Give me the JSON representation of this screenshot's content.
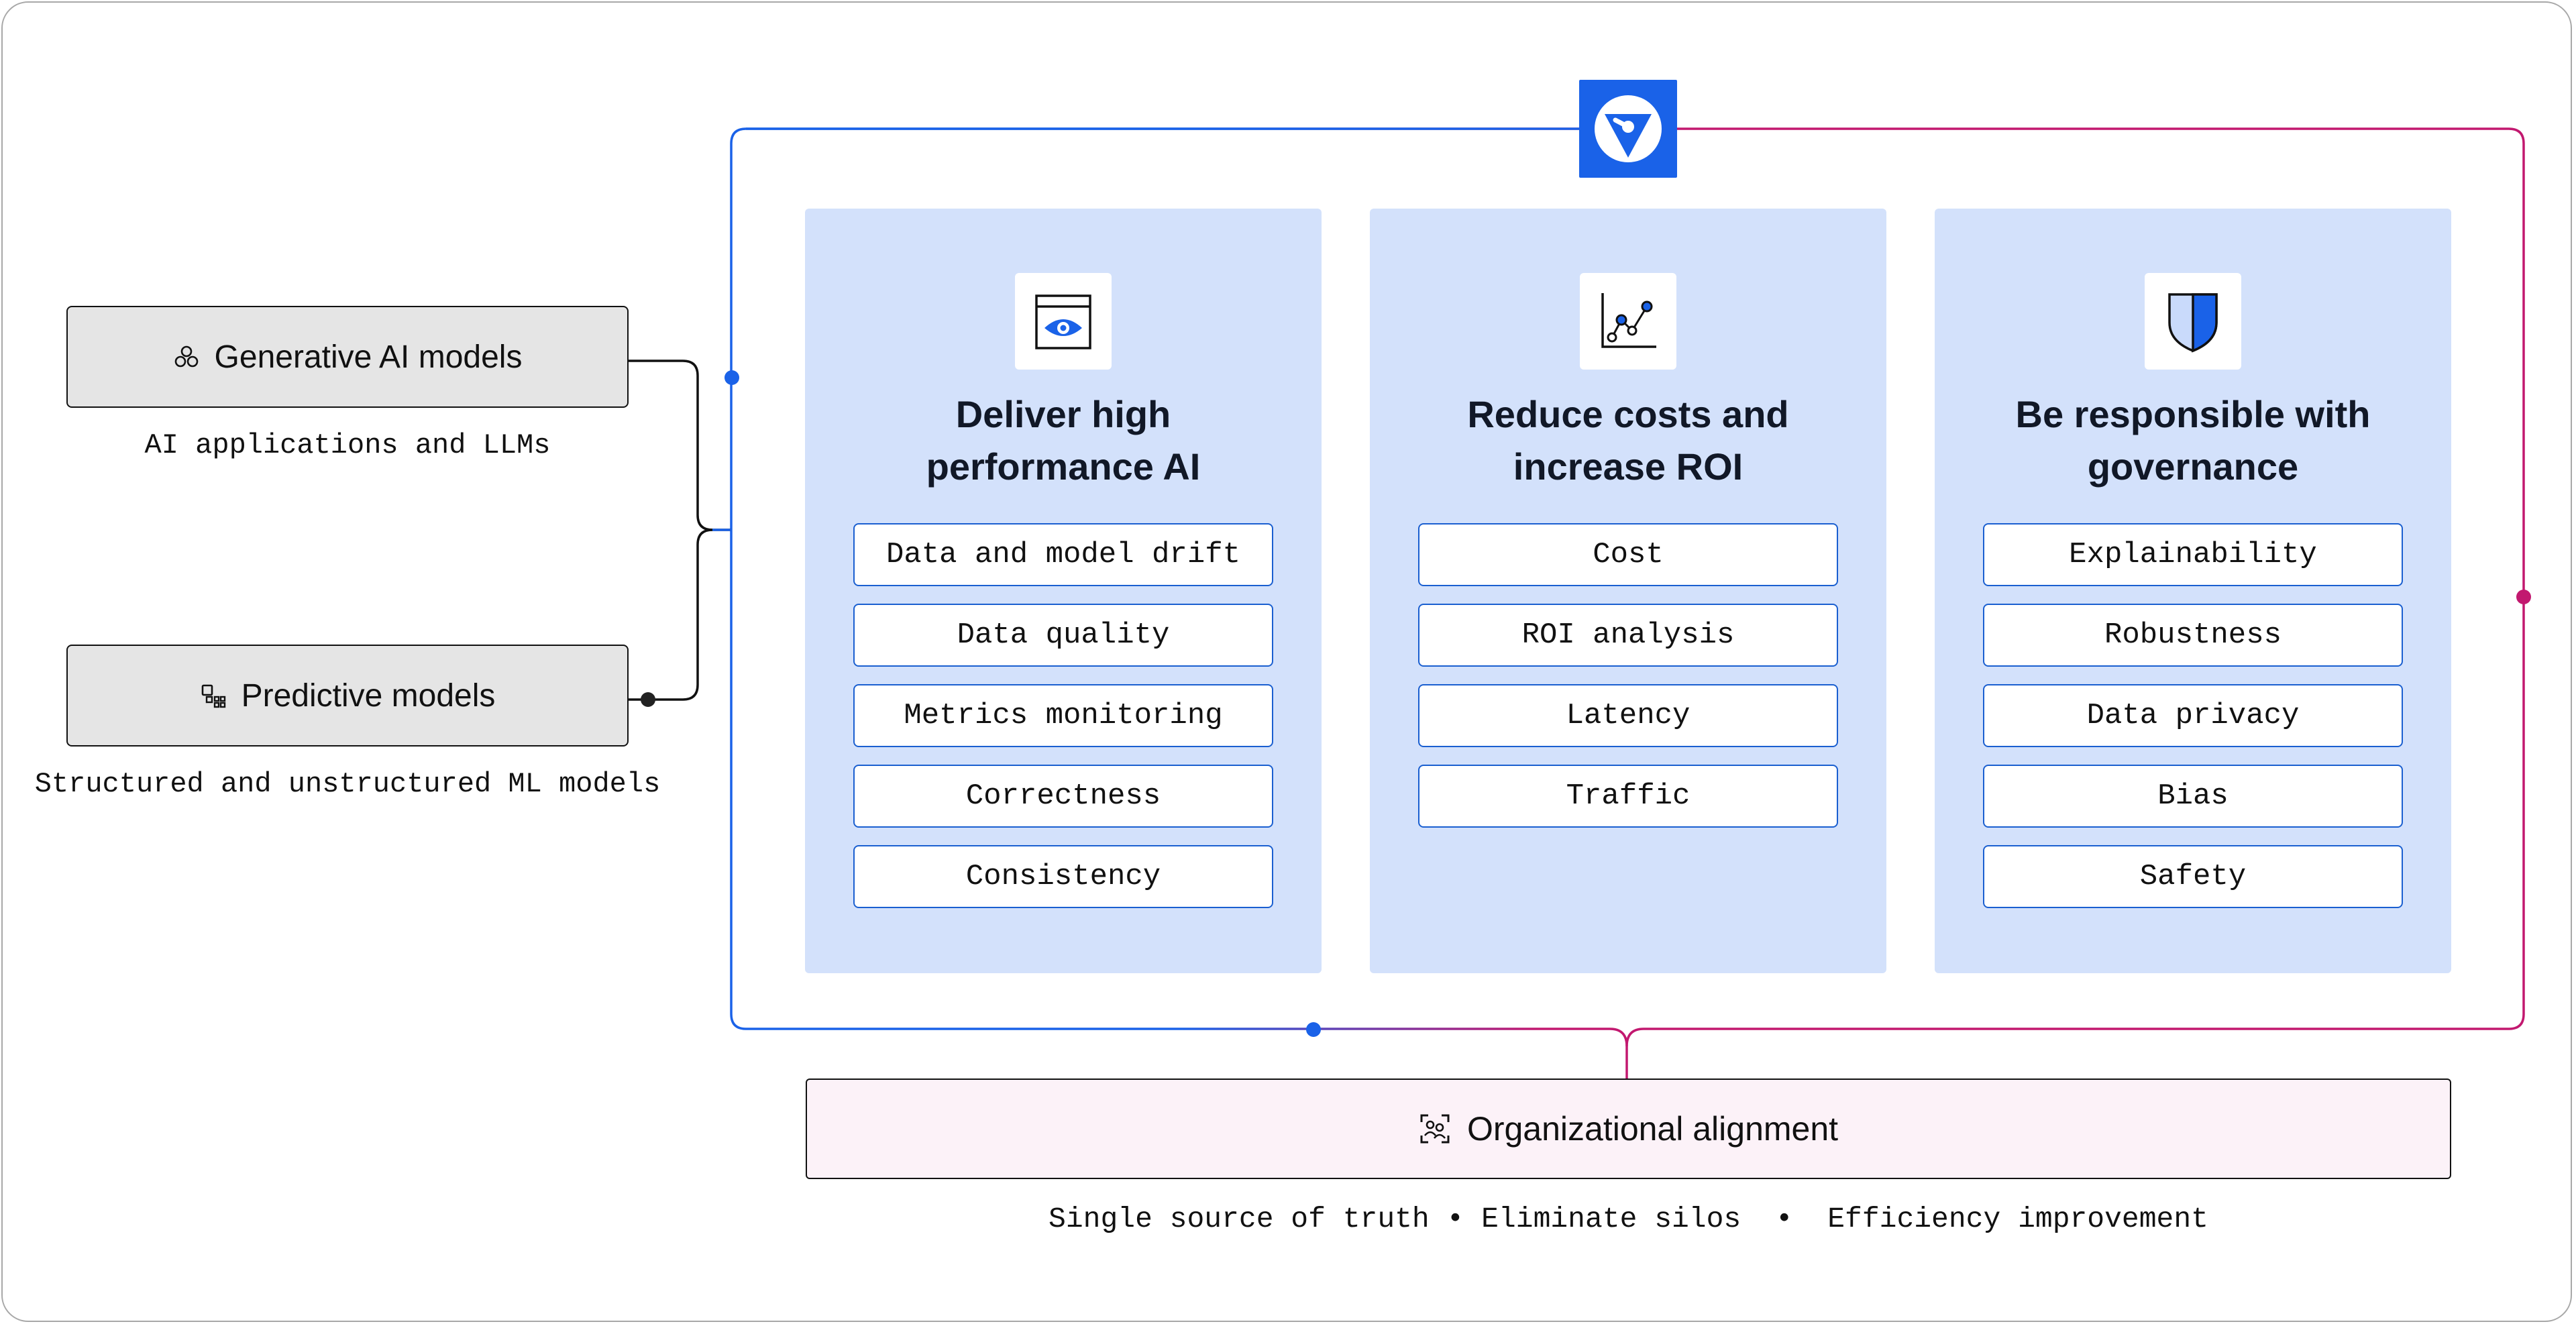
{
  "models": {
    "generative": {
      "label": "Generative AI models",
      "caption": "AI applications and LLMs",
      "icon": "cluster-icon"
    },
    "predictive": {
      "label": "Predictive models",
      "caption": "Structured and unstructured ML models",
      "icon": "shapes-icon"
    }
  },
  "platform": {
    "logo": "platform-logo-icon"
  },
  "pillars": [
    {
      "title_line1": "Deliver high",
      "title_line2": "performance AI",
      "icon": "eye-window-icon",
      "items": [
        "Data and model drift",
        "Data quality",
        "Metrics monitoring",
        "Correctness",
        "Consistency"
      ]
    },
    {
      "title_line1": "Reduce costs and",
      "title_line2": "increase ROI",
      "icon": "line-chart-icon",
      "items": [
        "Cost",
        "ROI analysis",
        "Latency",
        "Traffic"
      ]
    },
    {
      "title_line1": "Be responsible with",
      "title_line2": "governance",
      "icon": "shield-icon",
      "items": [
        "Explainability",
        "Robustness",
        "Data privacy",
        "Bias",
        "Safety"
      ]
    }
  ],
  "alignment": {
    "label": "Organizational alignment",
    "icon": "people-frame-icon",
    "benefits": "Single source of truth • Eliminate silos  •  Efficiency improvement"
  },
  "colors": {
    "blue": "#1a62e8",
    "magenta": "#c2186f",
    "panel": "#d3e1fb",
    "org_bg": "#fcf2f8"
  }
}
